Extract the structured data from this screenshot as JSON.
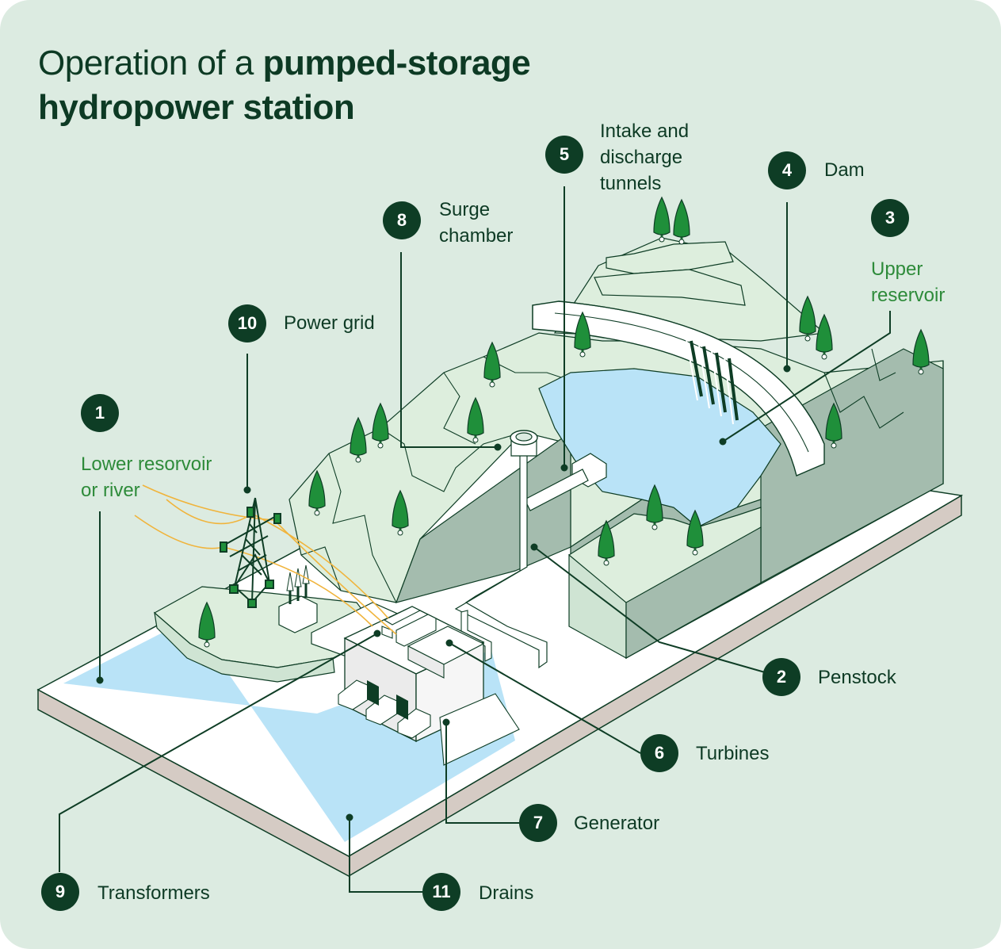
{
  "title": {
    "regular": "Operation of a ",
    "bold1": "pumped-storage",
    "bold2": "hydropower station"
  },
  "callouts": [
    {
      "number": "1",
      "lines": [
        "Lower resorvoir",
        "or river"
      ]
    },
    {
      "number": "2",
      "lines": [
        "Penstock"
      ]
    },
    {
      "number": "3",
      "lines": [
        "Upper",
        "reservoir"
      ]
    },
    {
      "number": "4",
      "lines": [
        "Dam"
      ]
    },
    {
      "number": "5",
      "lines": [
        "Intake and",
        "discharge",
        "tunnels"
      ]
    },
    {
      "number": "6",
      "lines": [
        "Turbines"
      ]
    },
    {
      "number": "7",
      "lines": [
        "Generator"
      ]
    },
    {
      "number": "8",
      "lines": [
        "Surge",
        "chamber"
      ]
    },
    {
      "number": "9",
      "lines": [
        "Transformers"
      ]
    },
    {
      "number": "10",
      "lines": [
        "Power grid"
      ]
    },
    {
      "number": "11",
      "lines": [
        "Drains"
      ]
    }
  ],
  "colors": {
    "background": "#dcebe1",
    "badge": "#0e3d25",
    "text": "#0d3a24",
    "accent_green": "#2e8b3a",
    "water": "#b9e3f7",
    "rock_top": "#ddeedd",
    "rock_side": "#a4bcae",
    "tree": "#1f8f3a",
    "power_line": "#f0b43c"
  }
}
